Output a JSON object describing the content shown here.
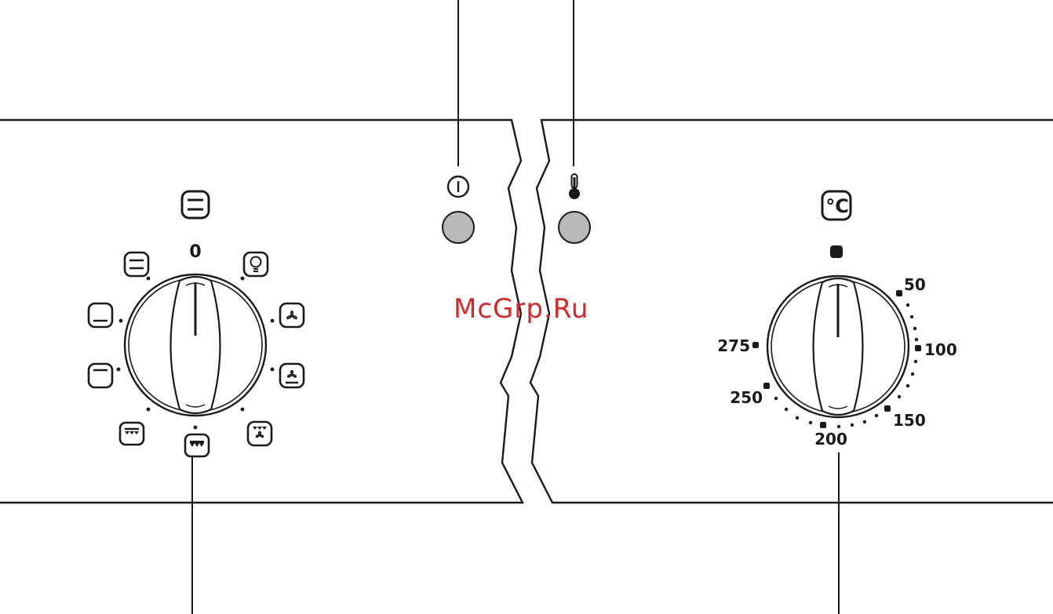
{
  "function_dial": {
    "off_label": "0",
    "modes": [
      "conventional-heating-icon",
      "top-heat-icon",
      "bottom-heat-icon",
      "grill-icon",
      "full-grill-icon",
      "fan-grill-icon",
      "fan-bottom-heat-icon",
      "fan-heating-icon",
      "oven-light-icon"
    ],
    "header_icon": "conventional-heating-icon"
  },
  "indicators": {
    "power_icon": "power-indicator-icon",
    "thermostat_icon": "thermometer-icon",
    "lamp_color": "#b9b9b9"
  },
  "temperature_dial": {
    "header_label": "°C",
    "off_marker": "square-marker",
    "scale": [
      "50",
      "100",
      "150",
      "200",
      "250",
      "275"
    ]
  },
  "watermark": {
    "text": "McGrp.Ru",
    "color": "#d62828"
  }
}
